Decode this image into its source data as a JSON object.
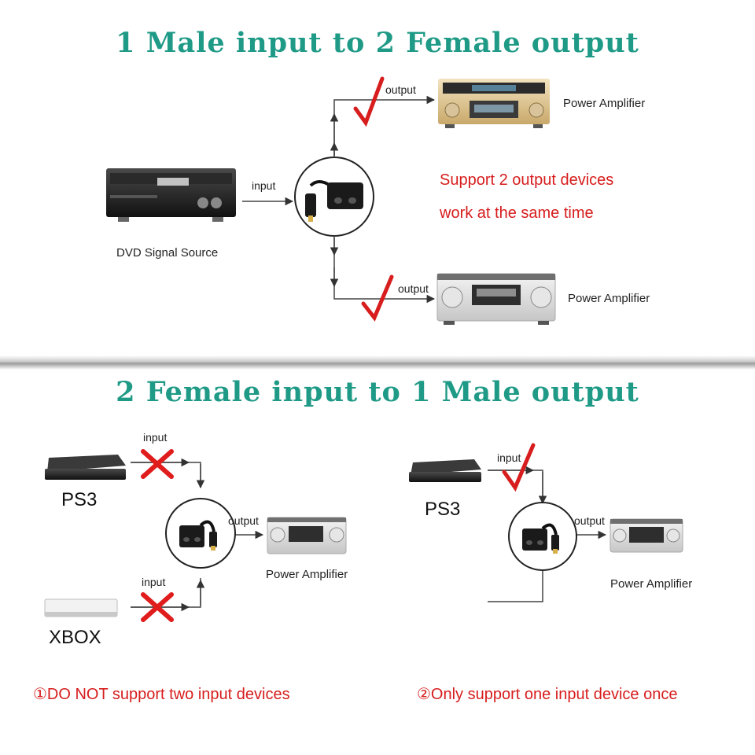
{
  "top_section": {
    "title": "1 Male input to 2 Female output",
    "input_label": "input",
    "output_label_top": "output",
    "output_label_bottom": "output",
    "source_name": "DVD Signal Source",
    "amp_top_name": "Power Amplifier",
    "amp_bottom_name": "Power Amplifier",
    "note_line1": "Support 2 output devices",
    "note_line2": "work at the same time"
  },
  "bottom_section": {
    "title": "2 Female input to 1 Male output",
    "left": {
      "input_label_1": "input",
      "input_label_2": "input",
      "output_label": "output",
      "device_1": "PS3",
      "device_2": "XBOX",
      "amp_name": "Power Amplifier",
      "caption": "①DO NOT support two input devices"
    },
    "right": {
      "input_label": "input",
      "output_label": "output",
      "device": "PS3",
      "amp_name": "Power Amplifier",
      "caption": "②Only support one input device once"
    }
  },
  "colors": {
    "title": "#1f9a86",
    "warning": "#d71d1d",
    "line": "#444444"
  }
}
